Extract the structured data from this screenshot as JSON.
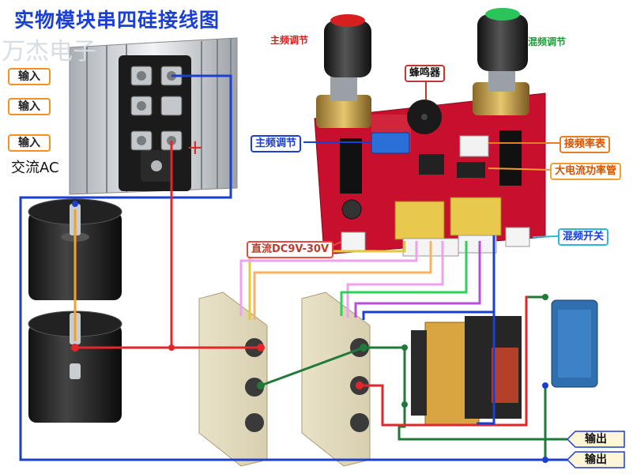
{
  "title": "实物模块串四硅接线图",
  "watermark": "万杰电子",
  "labels": {
    "input_1": "输入",
    "input_2": "输入",
    "input_3": "输入",
    "ac": "交流AC",
    "plus": "+",
    "main_freq_top": "主频调节",
    "mix_freq_top": "混频调节",
    "buzzer": "蜂鸣器",
    "main_freq_adj": "主频调节",
    "freq_meter": "接频率表",
    "power_tube": "大电流功率管",
    "dc_supply": "直流DC9V-30V",
    "mix_switch": "混频开关",
    "output_1": "输出",
    "output_2": "输出"
  },
  "colors": {
    "title": "#1a3fd6",
    "input_border": "#f3921e",
    "buzzer_border": "#c0392b",
    "main_adj_border": "#1a3fd6",
    "freq_meter_border": "#e67e22",
    "power_tube_border": "#f0a030",
    "dc_border": "#e74c3c",
    "mix_switch_border": "#2bb8d8",
    "main_text": "#d62020",
    "mix_text": "#1f9a3a",
    "wire_blue": "#1b3fd0",
    "wire_red": "#e3262a",
    "wire_green": "#1f7a3a",
    "wire_orange": "#f3a12a",
    "pcb": "#c8102e"
  }
}
